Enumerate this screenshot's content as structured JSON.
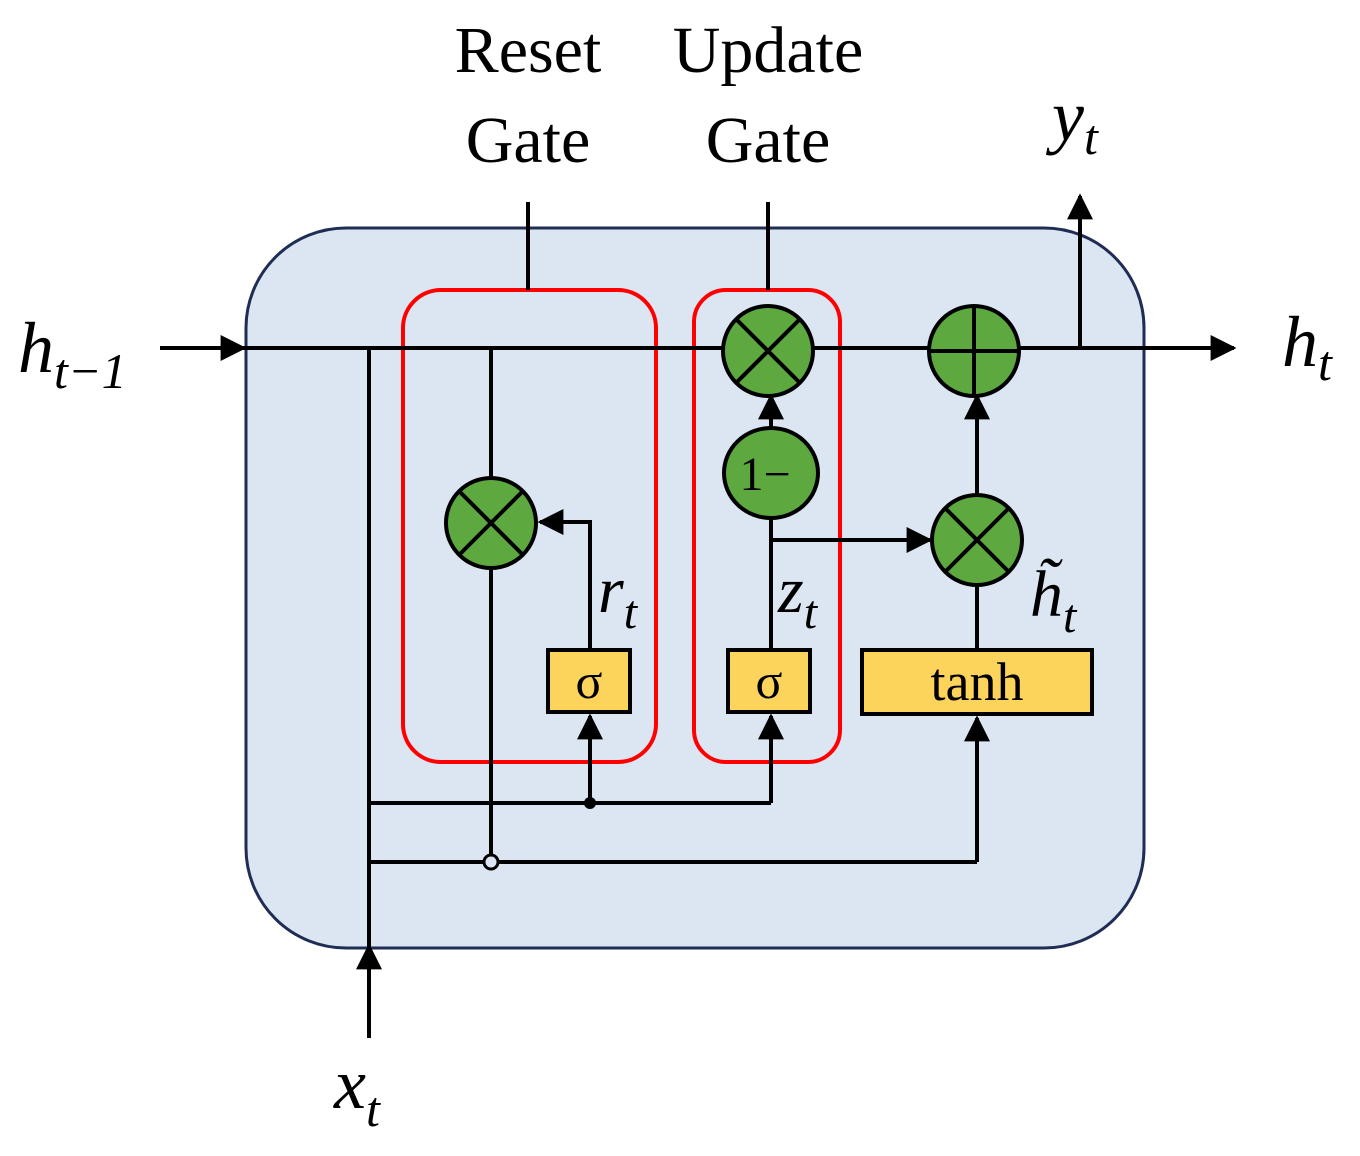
{
  "labels": {
    "reset_gate_line1": "Reset",
    "reset_gate_line2": "Gate",
    "update_gate_line1": "Update",
    "update_gate_line2": "Gate",
    "h_prev_main": "h",
    "h_prev_sub": "t−1",
    "h_out_main": "h",
    "h_out_sub": "t",
    "y_main": "y",
    "y_sub": "t",
    "x_main": "x",
    "x_sub": "t",
    "r_main": "r",
    "r_sub": "t",
    "z_main": "z",
    "z_sub": "t",
    "htilde_main": "h̃",
    "htilde_sub": "t",
    "sigma_reset": "σ",
    "sigma_update": "σ",
    "tanh": "tanh",
    "one_minus": "1−"
  },
  "colors": {
    "cell_fill": "#dce6f2",
    "cell_stroke": "#1f2d55",
    "gate_stroke": "#ff0000",
    "op_fill": "#5da83f",
    "box_fill": "#fcd35b",
    "line": "#000000"
  }
}
